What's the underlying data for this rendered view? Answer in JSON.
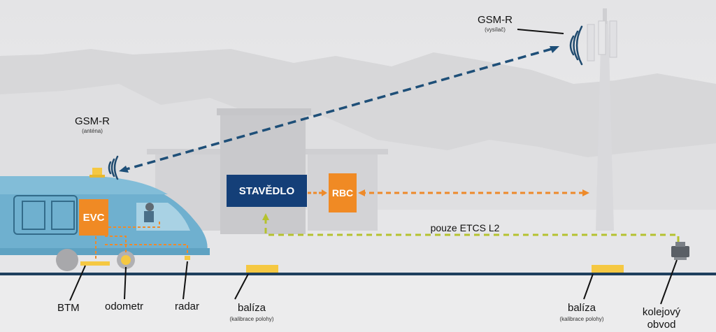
{
  "labels": {
    "gsm_tower_title": "GSM-R",
    "gsm_tower_sub": "(vysílač)",
    "gsm_train_title": "GSM-R",
    "gsm_train_sub": "(anténa)",
    "stavedlo": "STAVĚDLO",
    "rbc": "RBC",
    "evc": "EVC",
    "etcs_l2": "pouze ETCS L2",
    "btm": "BTM",
    "odometr": "odometr",
    "radar": "radar",
    "baliza_left_title": "balíza",
    "baliza_left_sub": "(kalibrace polohy)",
    "baliza_right_title": "balíza",
    "baliza_right_sub": "(kalibrace polohy)",
    "kolejovy_line1": "kolejový",
    "kolejovy_line2": "obvod"
  },
  "colors": {
    "navy": "#143f78",
    "orange": "#f08a24",
    "dash_blue": "#1e4f78",
    "dash_orange": "#ee8a2a",
    "dash_green": "#b5c22f",
    "train": "#6fb0cf",
    "yellow": "#f5c842",
    "rail": "#1e3f5e"
  }
}
